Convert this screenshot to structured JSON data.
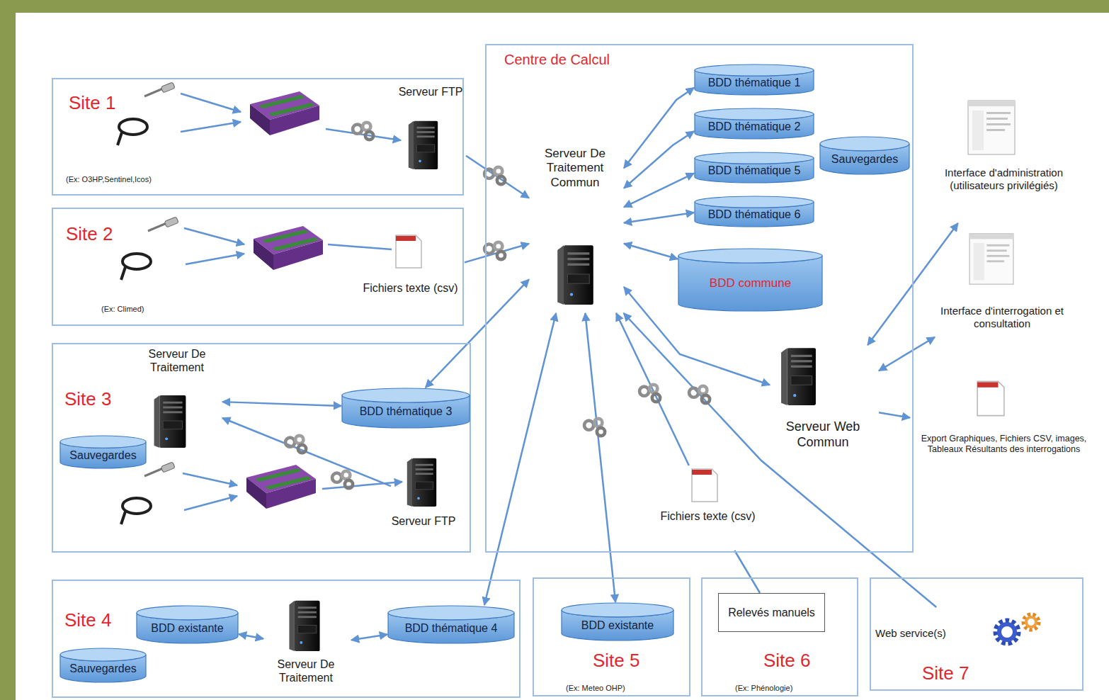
{
  "diagram": {
    "nodes": [
      {
        "text": [
          "Site 1",
          "(Ex: O3HP,Sentinel,Icos)"
        ]
      },
      {
        "text": [
          "Serveur FTP"
        ],
        "in": 0
      },
      {
        "text": [
          "Site 2",
          "(Ex: Climed)"
        ]
      },
      {
        "text": [
          "Fichiers texte (csv)"
        ],
        "in": 2
      },
      {
        "text": [
          "Site 3"
        ]
      },
      {
        "text": [
          "Serveur De Traitement"
        ],
        "in": 4
      },
      {
        "text": [
          "Sauvegardes"
        ],
        "in": 4
      },
      {
        "text": [
          "BDD thématique 3"
        ],
        "in": 4
      },
      {
        "text": [
          "Serveur FTP"
        ],
        "in": 4
      },
      {
        "text": [
          "Site 4"
        ]
      },
      {
        "text": [
          "BDD existante"
        ],
        "in": 9
      },
      {
        "text": [
          "Serveur De Traitement"
        ],
        "in": 9
      },
      {
        "text": [
          "BDD thématique 4"
        ],
        "in": 9
      },
      {
        "text": [
          "Sauvegardes"
        ],
        "in": 9
      },
      {
        "text": [
          "Site 5",
          "(Ex: Meteo OHP)"
        ]
      },
      {
        "text": [
          "BDD existante"
        ],
        "in": 14
      },
      {
        "text": [
          "Site 6",
          "(Ex: Phénologie)"
        ]
      },
      {
        "text": [
          "Relevés manuels"
        ],
        "in": 16
      },
      {
        "text": [
          "Site 7"
        ]
      },
      {
        "text": [
          "Web service(s)"
        ],
        "in": 18
      },
      {
        "text": [
          "Centre de Calcul"
        ]
      },
      {
        "text": [
          "Serveur De Traitement Commun"
        ],
        "in": 20
      },
      {
        "text": [
          "BDD thématique 1"
        ],
        "in": 20
      },
      {
        "text": [
          "BDD thématique 2"
        ],
        "in": 20
      },
      {
        "text": [
          "BDD thématique 5"
        ],
        "in": 20
      },
      {
        "text": [
          "BDD thématique 6"
        ],
        "in": 20
      },
      {
        "text": [
          "Sauvegardes"
        ],
        "in": 20
      },
      {
        "text": [
          "BDD commune"
        ],
        "in": 20
      },
      {
        "text": [
          "Fichiers texte (csv)"
        ],
        "in": 20
      },
      {
        "text": [
          "Serveur Web Commun"
        ],
        "in": 20
      },
      {
        "text": [
          "Interface d'administration (utilisateurs privilégiés)"
        ]
      },
      {
        "text": [
          "Interface d'interrogation et consultation"
        ]
      },
      {
        "text": [
          "Export Graphiques, Fichiers CSV, images, Tableaux Résultants des interrogations"
        ]
      }
    ],
    "edges": [
      {
        "from": 1,
        "to": 21,
        "arrow": "to"
      },
      {
        "from": 3,
        "to": 21,
        "arrow": "to"
      },
      {
        "from": 7,
        "to": 21,
        "arrow": "both"
      },
      {
        "from": 8,
        "to": 5,
        "arrow": "to"
      },
      {
        "from": 5,
        "to": 7,
        "arrow": "both"
      },
      {
        "from": 10,
        "to": 11,
        "arrow": "both"
      },
      {
        "from": 11,
        "to": 12,
        "arrow": "both"
      },
      {
        "from": 12,
        "to": 21,
        "arrow": "both"
      },
      {
        "from": 15,
        "to": 21,
        "arrow": "both"
      },
      {
        "from": 17,
        "to": 28,
        "arrow": "none"
      },
      {
        "from": 28,
        "to": 21,
        "arrow": "to"
      },
      {
        "from": 19,
        "to": 21,
        "arrow": "to"
      },
      {
        "from": 21,
        "to": 22,
        "arrow": "both"
      },
      {
        "from": 21,
        "to": 23,
        "arrow": "both"
      },
      {
        "from": 21,
        "to": 24,
        "arrow": "both"
      },
      {
        "from": 21,
        "to": 25,
        "arrow": "both"
      },
      {
        "from": 21,
        "to": 27,
        "arrow": "both"
      },
      {
        "from": 21,
        "to": 29,
        "arrow": "both"
      },
      {
        "from": 29,
        "to": 30,
        "arrow": "both"
      },
      {
        "from": 29,
        "to": 31,
        "arrow": "both"
      },
      {
        "from": 29,
        "to": 32,
        "arrow": "to"
      }
    ]
  }
}
